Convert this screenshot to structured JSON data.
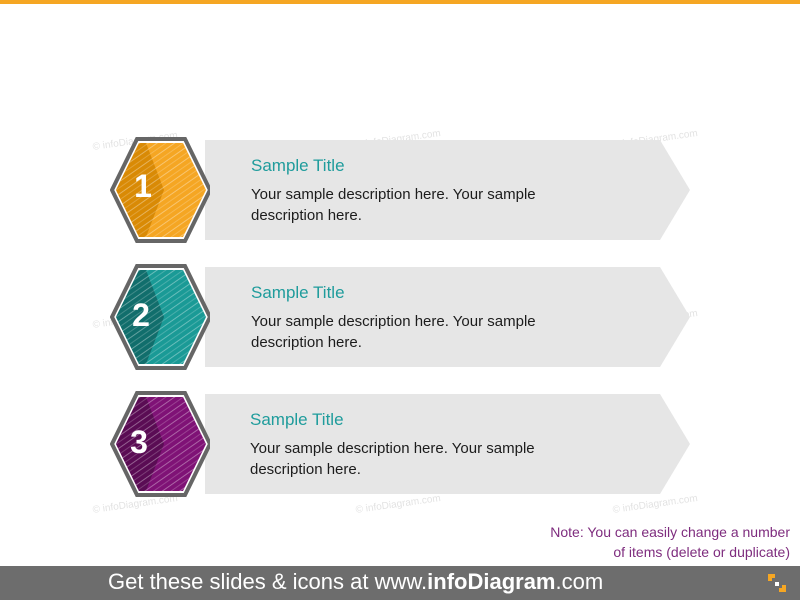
{
  "items": [
    {
      "number": "1",
      "title": "Sample Title",
      "description": "Your sample description here. Your sample description here.",
      "color": "#F5A623",
      "dark_color": "#D98A05"
    },
    {
      "number": "2",
      "title": "Sample Title",
      "description": "Your sample description here. Your sample description here.",
      "color": "#1A9A96",
      "dark_color": "#116E6C"
    },
    {
      "number": "3",
      "title": "Sample Title",
      "description": "Your sample description here. Your sample description here.",
      "color": "#7F1276",
      "dark_color": "#5A0C54"
    }
  ],
  "note": {
    "line1": "Note: You can easily change a number",
    "line2": "of items (delete or duplicate)"
  },
  "footer": {
    "prefix": "Get these slides & icons at www.",
    "brand": "infoDiagram",
    "suffix": ".com"
  },
  "watermark": "© infoDiagram.com",
  "colors": {
    "accent": "#F5A623",
    "title": "#1F9C9C",
    "note": "#7E2C7E",
    "footer_bg": "#6D6D6D",
    "band": "#E6E6E6"
  }
}
